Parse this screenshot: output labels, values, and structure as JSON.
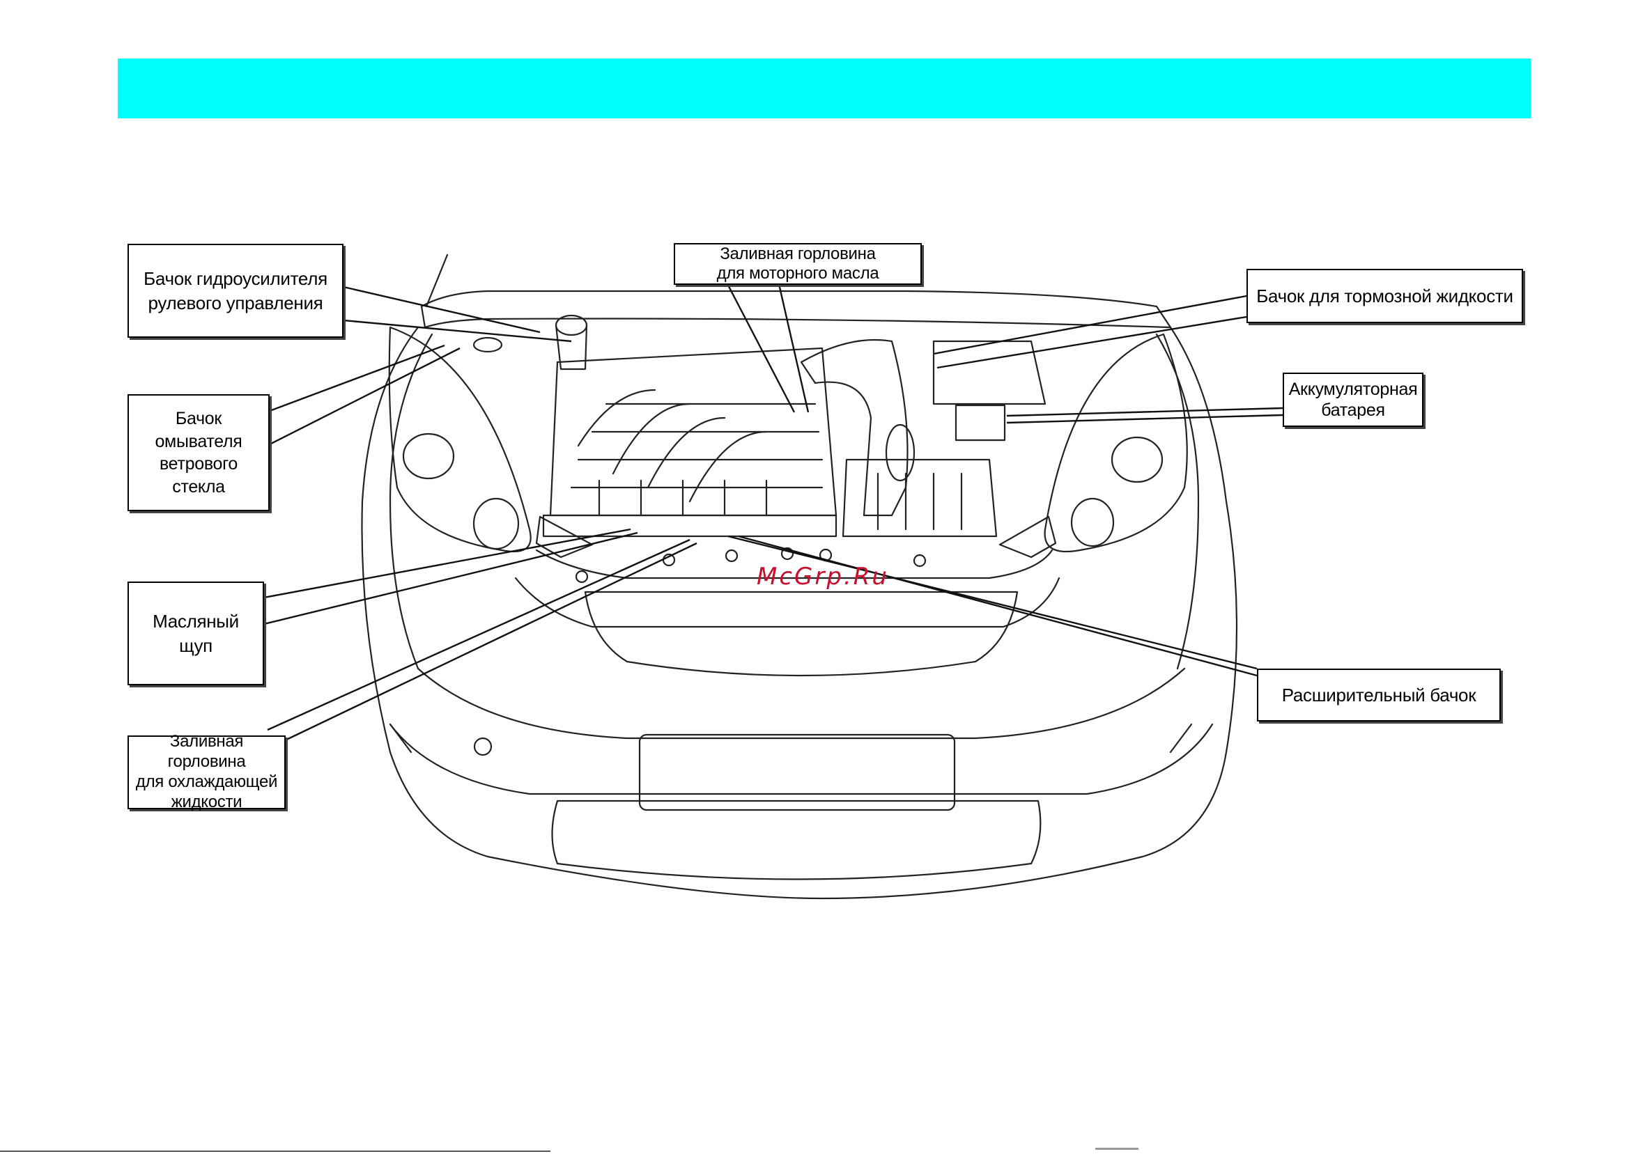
{
  "colors": {
    "header": "#00ffff",
    "line": "#222222",
    "watermark": "#c8102e"
  },
  "callouts": {
    "power_steering": [
      "Бачок гидроусилителя",
      "рулевого управления"
    ],
    "oil_filler": [
      "Заливная горловина",
      "для моторного масла"
    ],
    "brake_fluid": [
      "Бачок для тормозной жидкости"
    ],
    "washer": [
      "Бачок",
      "омывателя",
      "ветрового",
      "стекла"
    ],
    "battery": [
      "Аккумуляторная",
      "батарея"
    ],
    "dipstick": [
      "Масляный",
      "щуп"
    ],
    "expansion_tank": [
      "Расширительный бачок"
    ],
    "coolant_filler": [
      "Заливная горловина",
      "для охлаждающей",
      "жидкости"
    ]
  },
  "watermark": "McGrp.Ru"
}
